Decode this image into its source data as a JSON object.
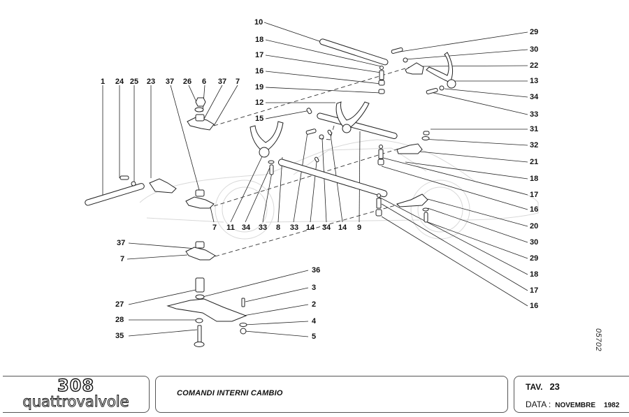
{
  "document": {
    "type": "exploded parts diagram",
    "title": "COMANDI INTERNI CAMBIO",
    "logo": {
      "model": "308",
      "variant": "quattrovalvole"
    },
    "table": {
      "label": "TAV.",
      "value": "23"
    },
    "date": {
      "label": "DATA :",
      "month": "NOVEMBRE",
      "year": "1982"
    },
    "drawing_number": "05702"
  },
  "callouts": {
    "top_row": [
      "1",
      "24",
      "25",
      "23",
      "37",
      "26",
      "6",
      "37",
      "7"
    ],
    "center_left": [
      "10",
      "18",
      "17",
      "16",
      "19",
      "12",
      "15"
    ],
    "bottom_row": [
      "7",
      "11",
      "34",
      "33",
      "8",
      "33",
      "14",
      "34",
      "14",
      "9"
    ],
    "right_column": [
      "29",
      "30",
      "22",
      "13",
      "34",
      "33",
      "31",
      "32",
      "21",
      "18",
      "17",
      "16",
      "20",
      "30",
      "29",
      "18",
      "17",
      "16"
    ],
    "lower_left": [
      "37",
      "7"
    ],
    "bracket_left": [
      "27",
      "28",
      "35"
    ],
    "bracket_right": [
      "36",
      "3",
      "2",
      "4",
      "5"
    ]
  }
}
